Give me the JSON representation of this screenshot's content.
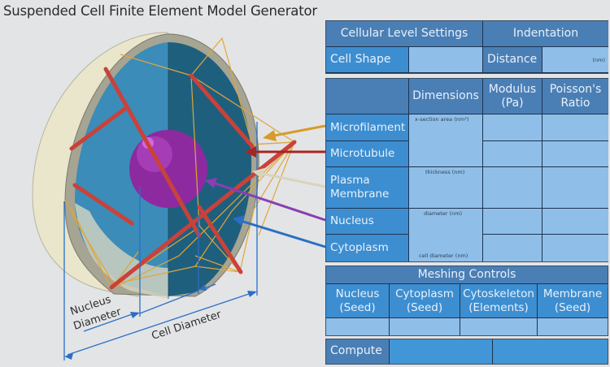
{
  "title": "Suspended Cell Finite Element Model Generator",
  "illustration": {
    "labels": {
      "nucleus_diameter_line1": "Nucleus",
      "nucleus_diameter_line2": "Diameter",
      "cell_diameter": "Cell Diameter"
    },
    "arrow_colors": {
      "microfilament": "#d89a2c",
      "microtubule": "#a8261e",
      "plasma_membrane": "#d8d4bc",
      "nucleus": "#8a3fb0",
      "cytoplasm": "#2a6fc4"
    }
  },
  "cellular_settings": {
    "header": "Cellular Level Settings",
    "indentation_header": "Indentation",
    "cell_shape_label": "Cell Shape",
    "cell_shape_value": "",
    "distance_label": "Distance",
    "distance_value": "",
    "distance_unit": "(nm)"
  },
  "properties": {
    "headers": {
      "blank": "",
      "dimensions": "Dimensions",
      "modulus_line1": "Modulus",
      "modulus_line2": "(Pa)",
      "poisson_line1": "Poisson's",
      "poisson_line2": "Ratio"
    },
    "rows": [
      {
        "label": "Microfilament",
        "modulus": "",
        "poisson": ""
      },
      {
        "label": "Microtubule",
        "modulus": "",
        "poisson": ""
      },
      {
        "label_line1": "Plasma",
        "label_line2": "Membrane",
        "modulus": "",
        "poisson": ""
      },
      {
        "label": "Nucleus",
        "modulus": "",
        "poisson": ""
      },
      {
        "label": "Cytoplasm",
        "modulus": "",
        "poisson": ""
      }
    ],
    "dimension_hints": {
      "cytoskeleton": "x-section area (nm²)",
      "membrane": "thickness (nm)",
      "nucleus": "diameter (nm)",
      "cytoplasm": "cell diameter (nm)"
    }
  },
  "meshing": {
    "header": "Meshing Controls",
    "columns": [
      {
        "line1": "Nucleus",
        "line2": "(Seed)",
        "value": ""
      },
      {
        "line1": "Cytoplasm",
        "line2": "(Seed)",
        "value": ""
      },
      {
        "line1": "Cytoskeleton",
        "line2": "(Elements)",
        "value": ""
      },
      {
        "line1": "Membrane",
        "line2": "(Seed)",
        "value": ""
      }
    ]
  },
  "compute": {
    "label": "Compute",
    "field1": "",
    "field2": ""
  }
}
